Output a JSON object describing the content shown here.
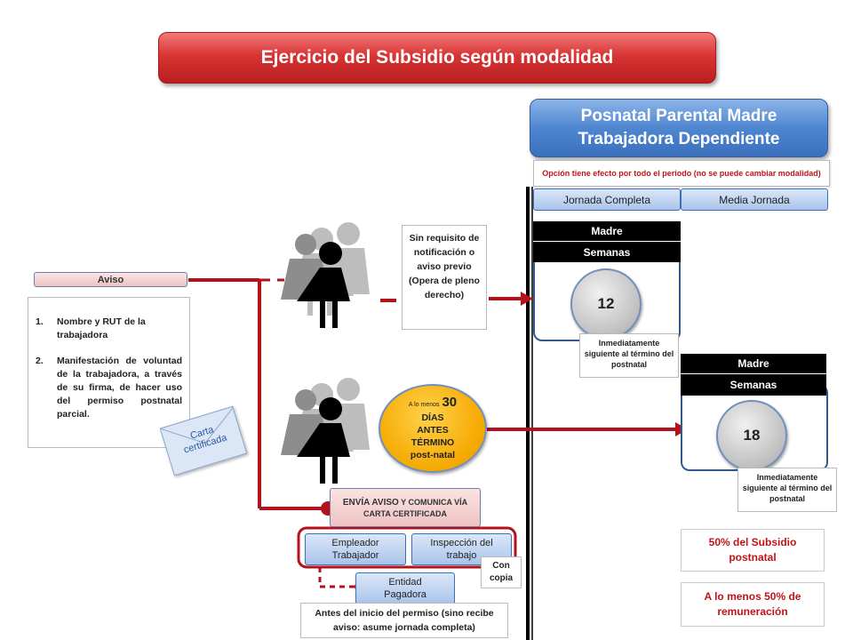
{
  "title": "Ejercicio del Subsidio según modalidad",
  "posnatal": {
    "line1": "Posnatal Parental Madre",
    "line2": "Trabajadora Dependiente"
  },
  "option_note": "Opción tiene efecto por todo el periodo (no se puede cambiar modalidad)",
  "tabs": {
    "full": "Jornada Completa",
    "half": "Media Jornada"
  },
  "full_time": {
    "who": "Madre",
    "unit": "Semanas",
    "weeks": "12",
    "note": "Inmediatamente siguiente al término del postnatal"
  },
  "half_time": {
    "who": "Madre",
    "unit": "Semanas",
    "weeks": "18",
    "note": "Inmediatamente siguiente al término del postnatal"
  },
  "aviso": {
    "label": "Aviso",
    "item1_num": "1.",
    "item1": "Nombre y RUT de la trabajadora",
    "item2_num": "2.",
    "item2": "Manifestación de voluntad de la trabajadora, a través de su firma, de hacer uso del permiso postnatal parcial."
  },
  "letter": {
    "line1": "Carta",
    "line2": "certificada"
  },
  "no_requirement": "Sin requisito de notificación o aviso previo (Opera de pleno derecho)",
  "days_circle": {
    "prefix": "A lo menos",
    "number": "30",
    "line2": "DÍAS",
    "line3": "ANTES",
    "line4": "TÉRMINO",
    "line5": "post-natal"
  },
  "sends_notice": {
    "part1": "ENVÍA AVISO",
    "part2": " Y COMUNICA VÍA CARTA CERTIFICADA"
  },
  "recipients": {
    "employer": "Empleador Trabajador",
    "inspection": "Inspección del trabajo",
    "copy": "Con copia",
    "payer": "Entidad Pagadora"
  },
  "before_start": "Antes del inicio del permiso (sino recibe aviso: asume jornada completa)",
  "subsidy_50": "50% del Subsidio postnatal",
  "remuneration_50": "A lo menos 50% de remuneración",
  "colors": {
    "accent_red": "#b3121b",
    "banner_red": "#d93434",
    "banner_blue": "#4f86d0",
    "frame_blue": "#34598f",
    "yellow": "#f5a800"
  }
}
